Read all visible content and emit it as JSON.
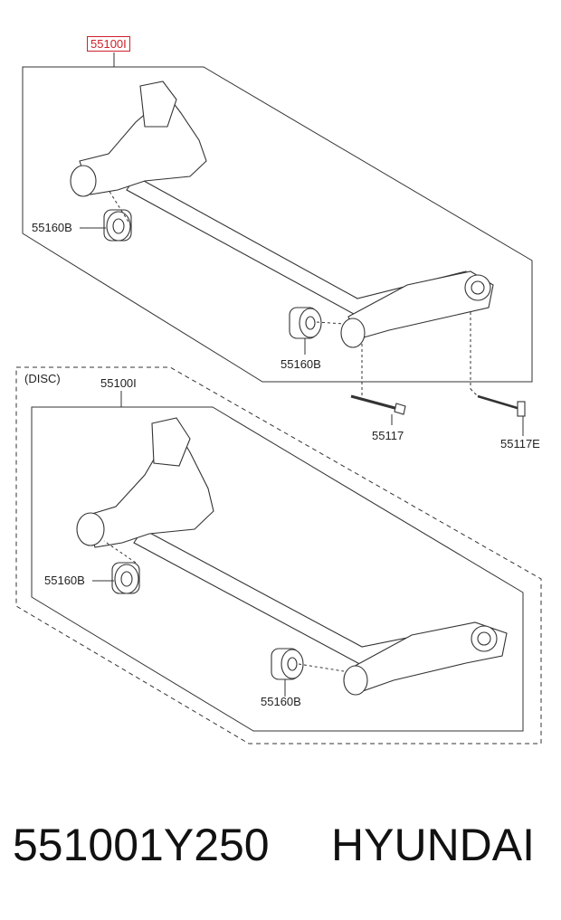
{
  "diagram": {
    "highlight_color": "#d0202a",
    "line_color": "#333333",
    "labels": {
      "top_assembly": "55100I",
      "top_bushing_left": "55160B",
      "top_bushing_right": "55160B",
      "bolt": "55117",
      "bolt_e": "55117E",
      "disc_caption": "(DISC)",
      "disc_assembly": "55100I",
      "disc_bushing_left": "55160B",
      "disc_bushing_right": "55160B"
    }
  },
  "footer": {
    "part_number": "551001Y250",
    "brand": "HYUNDAI"
  }
}
